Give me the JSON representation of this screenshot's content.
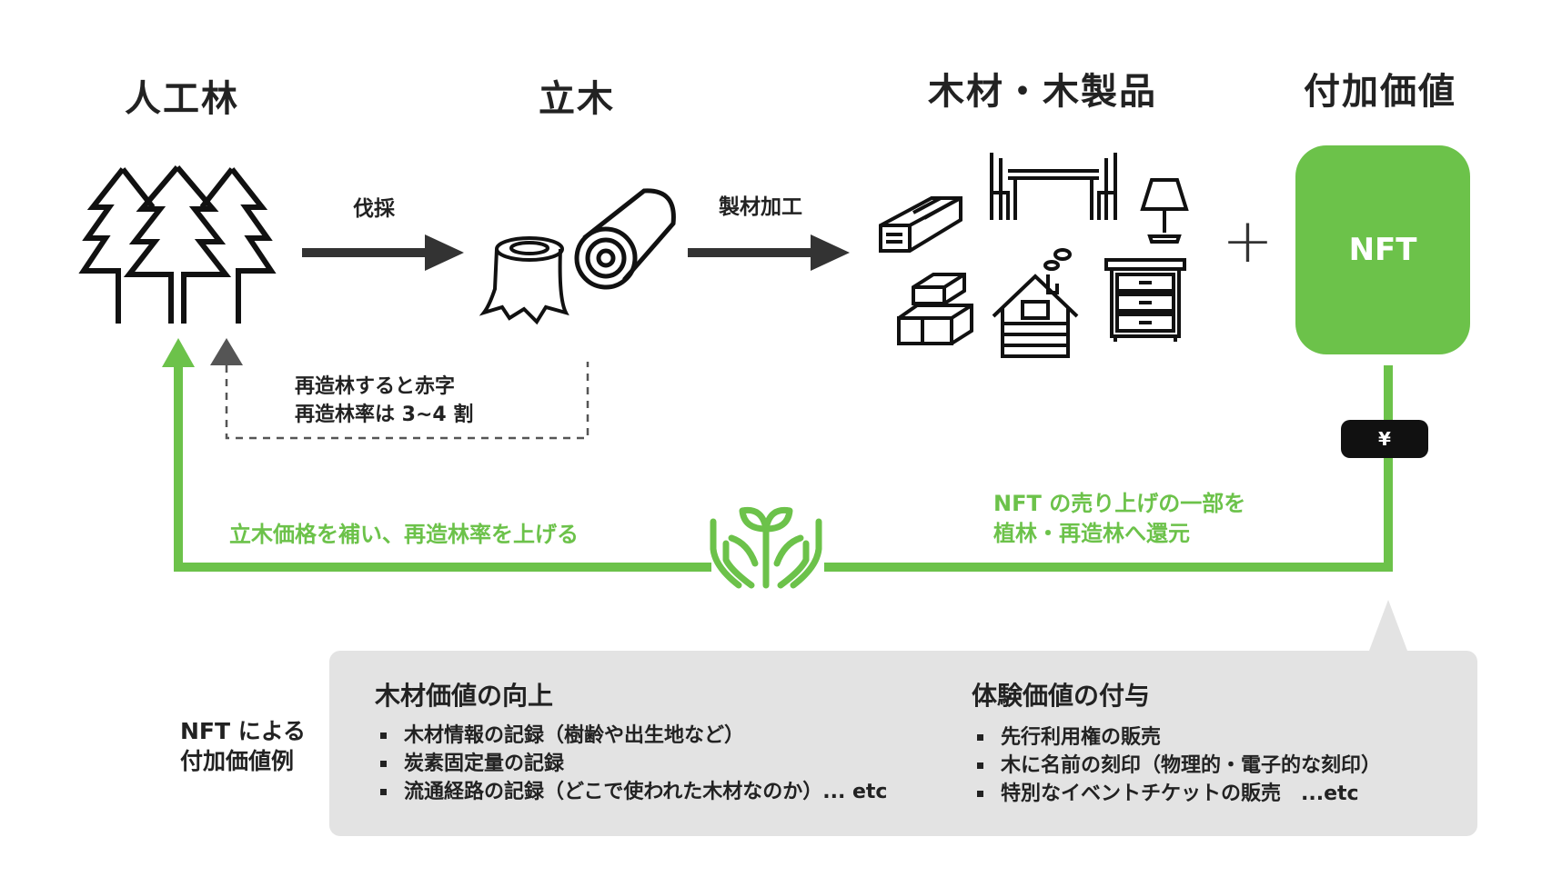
{
  "headings": {
    "forest": "人工林",
    "standing_tree": "立木",
    "timber_products": "木材・木製品",
    "added_value": "付加価値"
  },
  "arrows": {
    "logging": "伐採",
    "processing": "製材加工"
  },
  "plus": "+",
  "nft_box": "NFT",
  "yen": "¥",
  "deficit_note": [
    "再造林すると赤字",
    "再造林率は 3~4 割"
  ],
  "cycle_left_text": "立木価格を補い、再造林率を上げる",
  "cycle_right_text": [
    "NFT の売り上げの一部を",
    "植林・再造林へ還元"
  ],
  "examples": {
    "side_label": [
      "NFT による",
      "付加価値例"
    ],
    "timber_value": {
      "title": "木材価値の向上",
      "items": [
        "木材情報の記録（樹齢や出生地など）",
        "炭素固定量の記録",
        "流通経路の記録（どこで使われた木材なのか）... etc"
      ]
    },
    "experience_value": {
      "title": "体験価値の付与",
      "items": [
        "先行利用権の販売",
        "木に名前の刻印（物理的・電子的な刻印）",
        "特別なイベントチケットの販売　...etc"
      ]
    }
  },
  "colors": {
    "green": "#6cc24a",
    "dark": "#222222",
    "panel": "#e3e3e3",
    "dashed": "#555555"
  },
  "icons": [
    "tree-icon",
    "stump-icon",
    "log-icon",
    "lumber-icon",
    "table-chairs-icon",
    "lamp-icon",
    "stacked-lumber-icon",
    "log-cabin-icon",
    "dresser-icon",
    "sprout-hands-icon"
  ]
}
